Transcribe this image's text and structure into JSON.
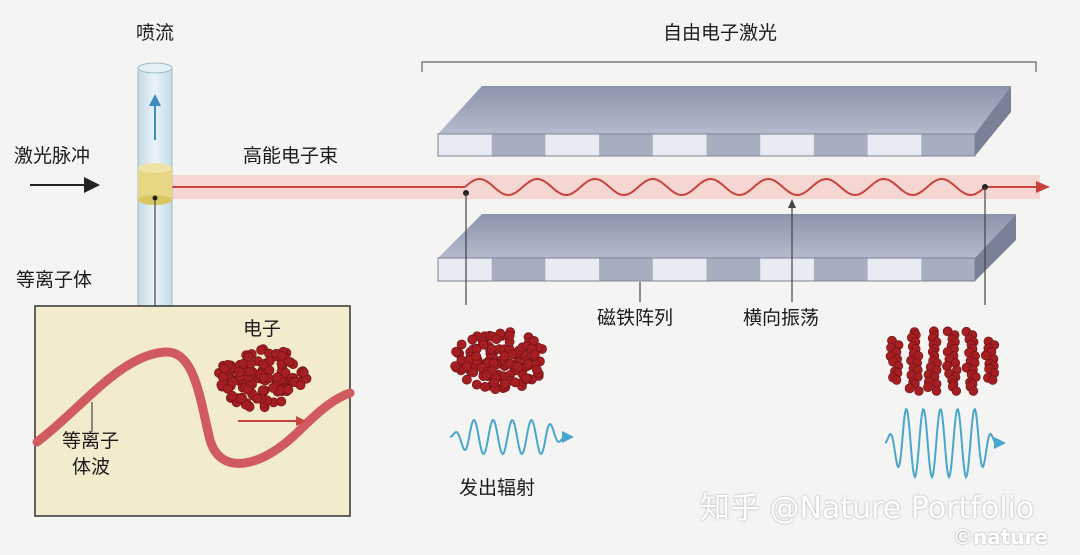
{
  "labels": {
    "jet": "喷流",
    "fel": "自由电子激光",
    "laser_pulse": "激光脉冲",
    "beam": "高能电子束",
    "plasma": "等离子体",
    "electrons": "电子",
    "plasma_wave_1": "等离子",
    "plasma_wave_2": "体波",
    "magnet_array": "磁铁阵列",
    "transverse_osc": "横向振荡",
    "emit_radiation": "发出辐射"
  },
  "watermark": {
    "text": "知乎 @Nature Portfolio",
    "logo": "©nature"
  },
  "colors": {
    "beam": "#c8423f",
    "beam_band": "#f5d6d0",
    "electron": "#a41e22",
    "wave": "#4aa7c9",
    "magnet_light": "#e8ebf1",
    "magnet_dark": "#a7aec0",
    "nozzle": "#d7e8f0",
    "gas": "#e6d785",
    "inset_bg": "#f2ebcc"
  }
}
